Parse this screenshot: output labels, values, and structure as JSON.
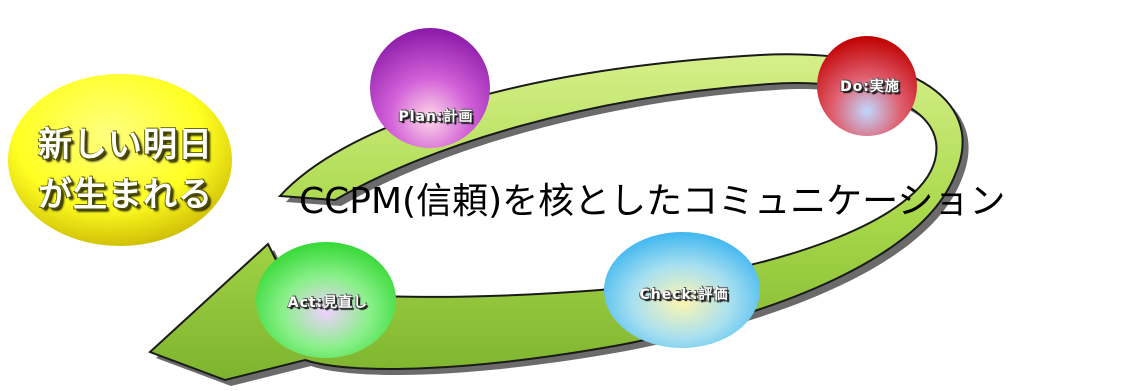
{
  "badge": {
    "line1": "新しい明日",
    "line2": "が生まれる"
  },
  "title": "CCPM(信頼)を核としたコミュニケーション",
  "cycle": {
    "plan": "Plan:計画",
    "do": "Do:実施",
    "check": "Check:評価",
    "act": "Act:見直し"
  },
  "colors": {
    "arrow": "#b8e060",
    "badge": "#ffff33",
    "plan": "#c84ce0",
    "do": "#e02020",
    "check": "#44ccff",
    "act": "#33ee33"
  }
}
